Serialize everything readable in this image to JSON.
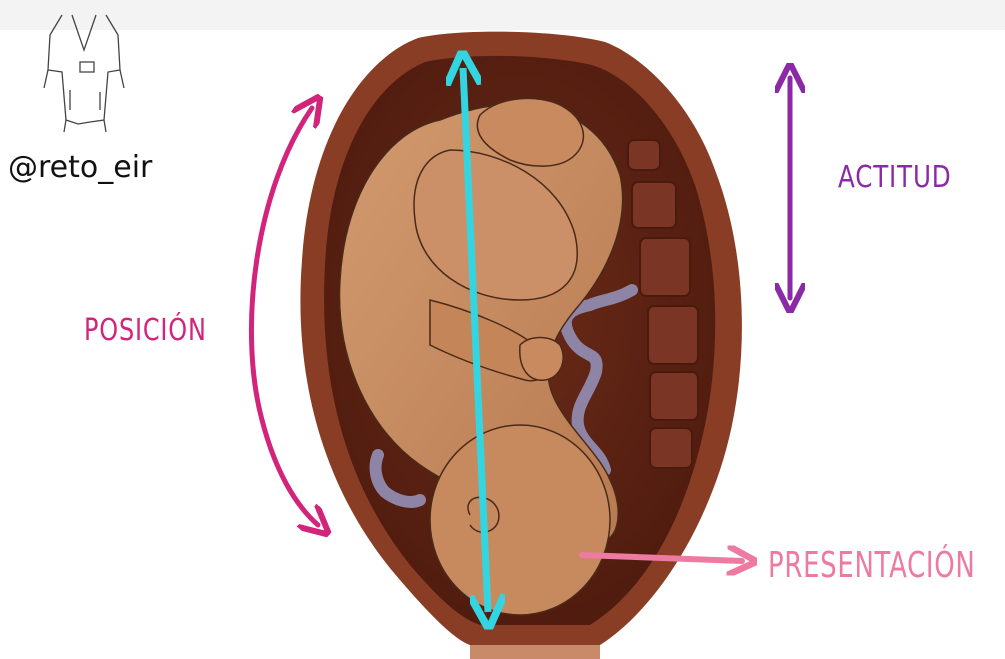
{
  "handle": "@reto_eir",
  "labels": {
    "posicion": "POSICIÓN",
    "actitud": "ACTITUD",
    "presentacion": "PRESENTACIÓN"
  },
  "colors": {
    "posicion": "#d1247a",
    "actitud": "#8a2aa6",
    "presentacion": "#ee7aa2",
    "axis": "#33d6e0",
    "uterus_wall": "#8a3d25",
    "uterus_inner": "#5e2414",
    "fetus_skin": "#c98a60",
    "cord": "#8d84a6",
    "spine": "#7a3525"
  },
  "icons": [
    "nurse-avatar-icon"
  ]
}
